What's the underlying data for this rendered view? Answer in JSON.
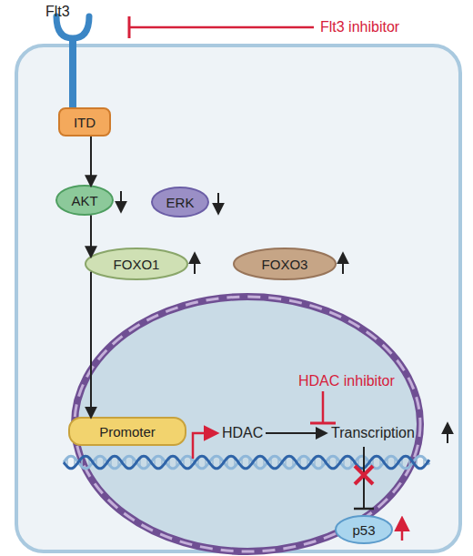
{
  "diagram": {
    "nodes": [
      {
        "text": [
          "ITD"
        ]
      },
      {
        "text": [
          "AKT"
        ]
      },
      {
        "text": [
          "ERK"
        ]
      },
      {
        "text": [
          "FOXO1"
        ]
      },
      {
        "text": [
          "FOXO3"
        ]
      },
      {
        "text": [
          "Promoter"
        ]
      },
      {
        "text": [
          "p53"
        ]
      }
    ],
    "edges": [
      {
        "from": 0,
        "to": 1,
        "arrow": "to"
      },
      {
        "from": 1,
        "to": 3,
        "arrow": "to"
      },
      {
        "from": 3,
        "to": 5,
        "arrow": "to"
      }
    ],
    "labels": [
      "Flt3",
      "Flt3 inhibitor",
      "HDAC",
      "HDAC inhibitor",
      "Transcription"
    ]
  }
}
